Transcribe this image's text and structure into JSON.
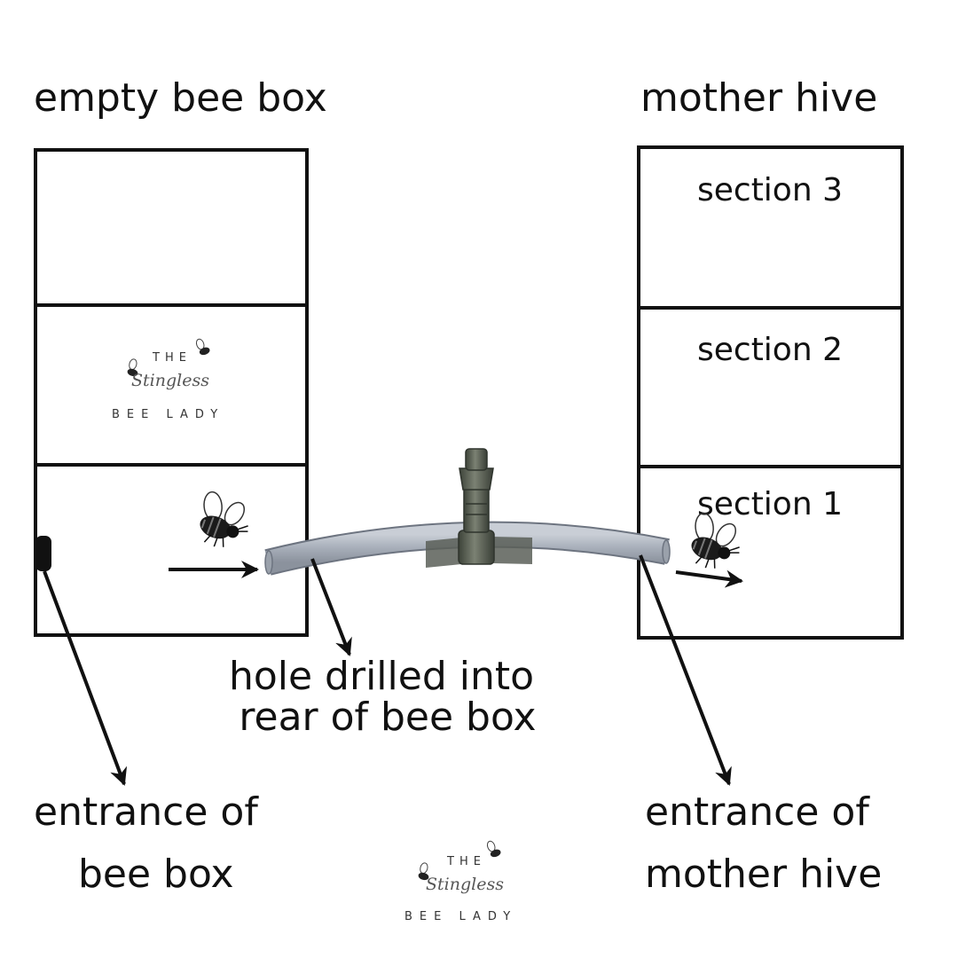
{
  "labels": {
    "empty_box": "empty bee box",
    "mother_hive": "mother hive",
    "hole": [
      "hole drilled into",
      "rear of bee box"
    ],
    "entrance_box": [
      "entrance of",
      "bee box"
    ],
    "entrance_hive": [
      "entrance of",
      "mother hive"
    ]
  },
  "sections": [
    "section 3",
    "section 2",
    "section 1"
  ],
  "logo": {
    "line1": "THE",
    "line2": "Stingless",
    "line3": "BEE LADY"
  },
  "icons": [
    "bee-icon",
    "hose-icon",
    "valve-icon",
    "arrow-icon"
  ]
}
